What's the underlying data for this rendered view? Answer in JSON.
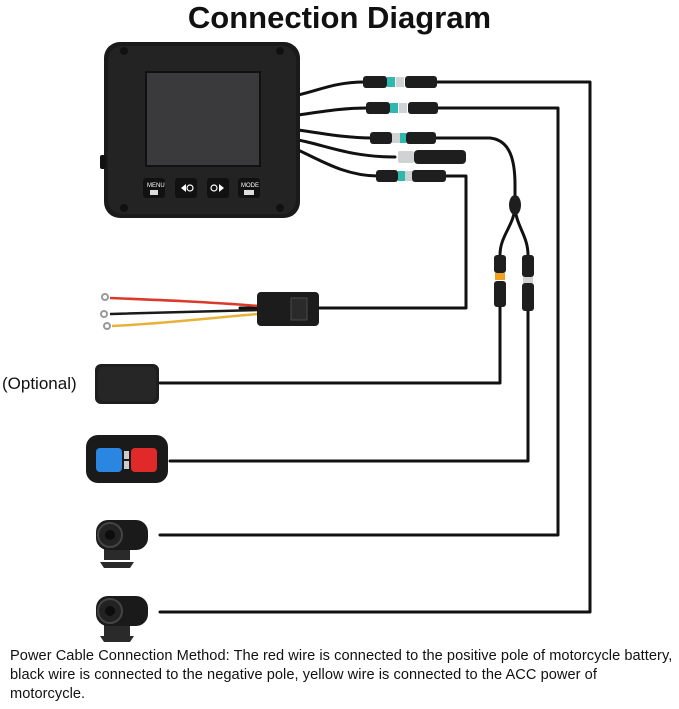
{
  "diagram": {
    "title": "Connection Diagram",
    "optional_label": "(Optional)",
    "description": "Power Cable Connection Method: The red wire is connected to the positive pole of motorcycle battery, black wire is connected to the negative pole, yellow wire is connected to the ACC power of motorcycle.",
    "device_buttons": [
      "MENU",
      "MODE"
    ],
    "colors": {
      "wire": "#111111",
      "connector_teal": "#2fb8b0",
      "connector_orange": "#f0a020",
      "remote_blue": "#2a86e0",
      "remote_red": "#e02a2a",
      "power_red": "#d93a2a",
      "power_yellow": "#e8b23a"
    },
    "icons": [
      "recorder-unit",
      "power-cable",
      "gps-module",
      "wired-remote",
      "front-camera",
      "rear-camera"
    ]
  }
}
